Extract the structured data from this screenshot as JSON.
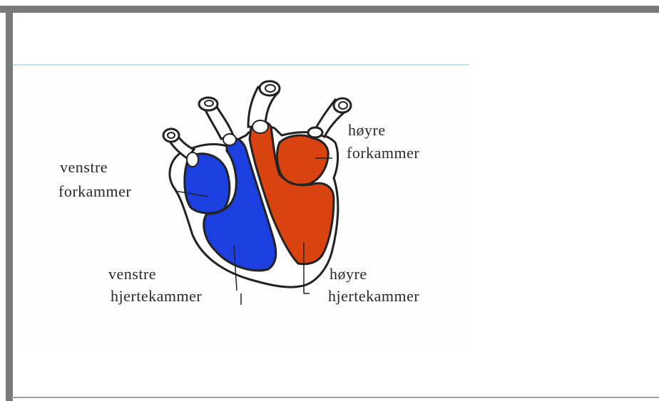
{
  "labels": {
    "left_atrium": {
      "line1": "venstre",
      "line2": "forkammer"
    },
    "left_ventricle": {
      "line1": "venstre",
      "line2": "hjertekammer"
    },
    "right_atrium": {
      "line1": "høyre",
      "line2": "forkammer"
    },
    "right_ventricle": {
      "line1": "høyre",
      "line2": "hjertekammer"
    }
  },
  "colors": {
    "left_side": "#1c3fe0",
    "right_side": "#d8430f",
    "outline": "#222222",
    "frame": "#7a7a7a"
  }
}
